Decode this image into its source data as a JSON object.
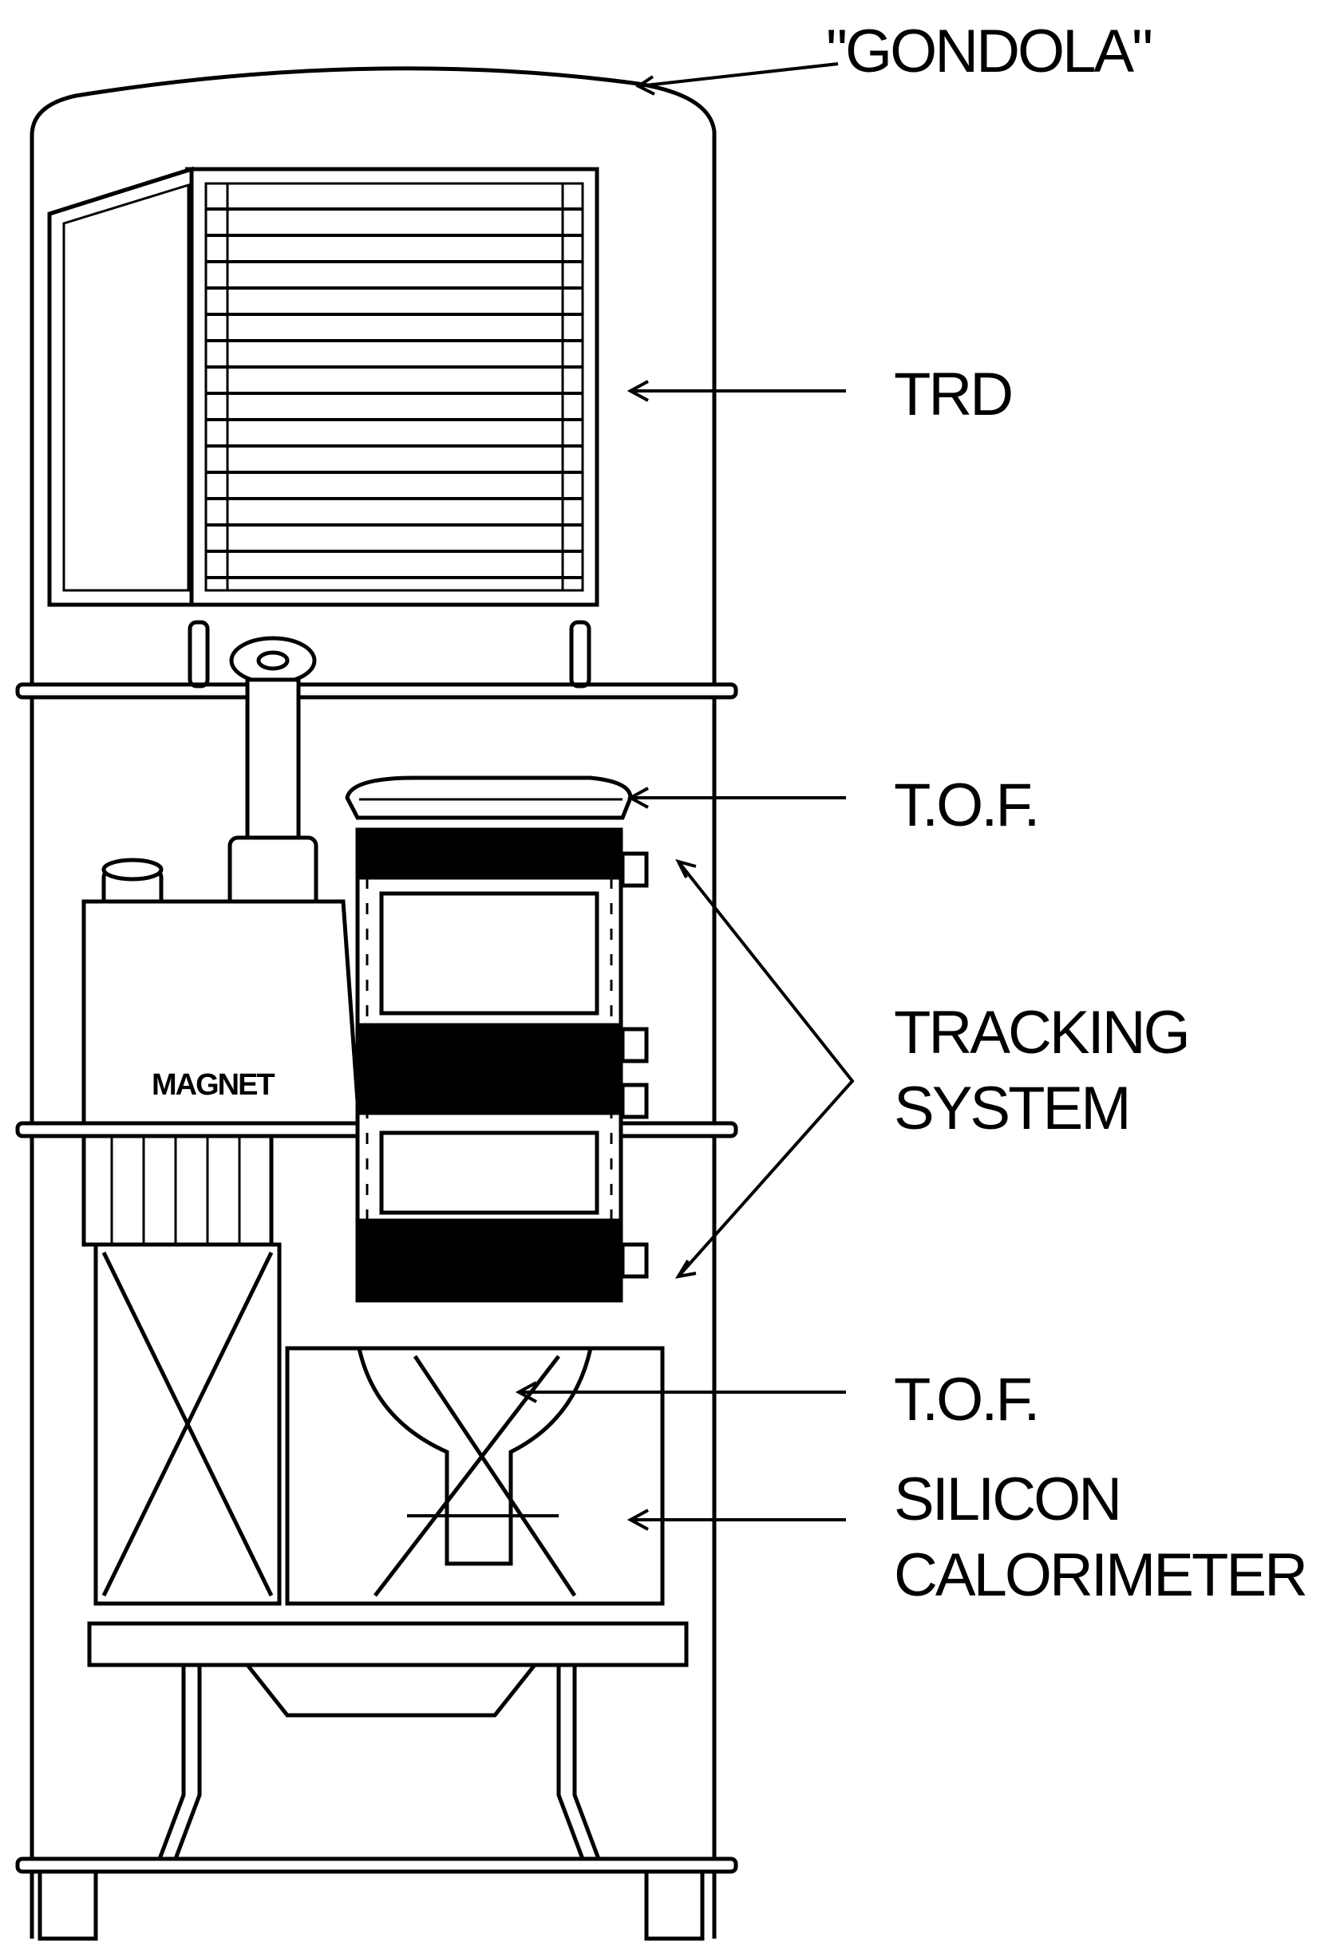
{
  "diagram": {
    "labels": {
      "gondola": "\"GONDOLA\"",
      "trd": "TRD",
      "tof_top": "T.O.F.",
      "tracking_line1": "TRACKING",
      "tracking_line2": "SYSTEM",
      "tof_bottom": "T.O.F.",
      "silicon_line1": "SILICON",
      "silicon_line2": "CALORIMETER",
      "magnet": "MAGNET"
    },
    "colors": {
      "ink": "#000000",
      "background": "#ffffff"
    }
  }
}
